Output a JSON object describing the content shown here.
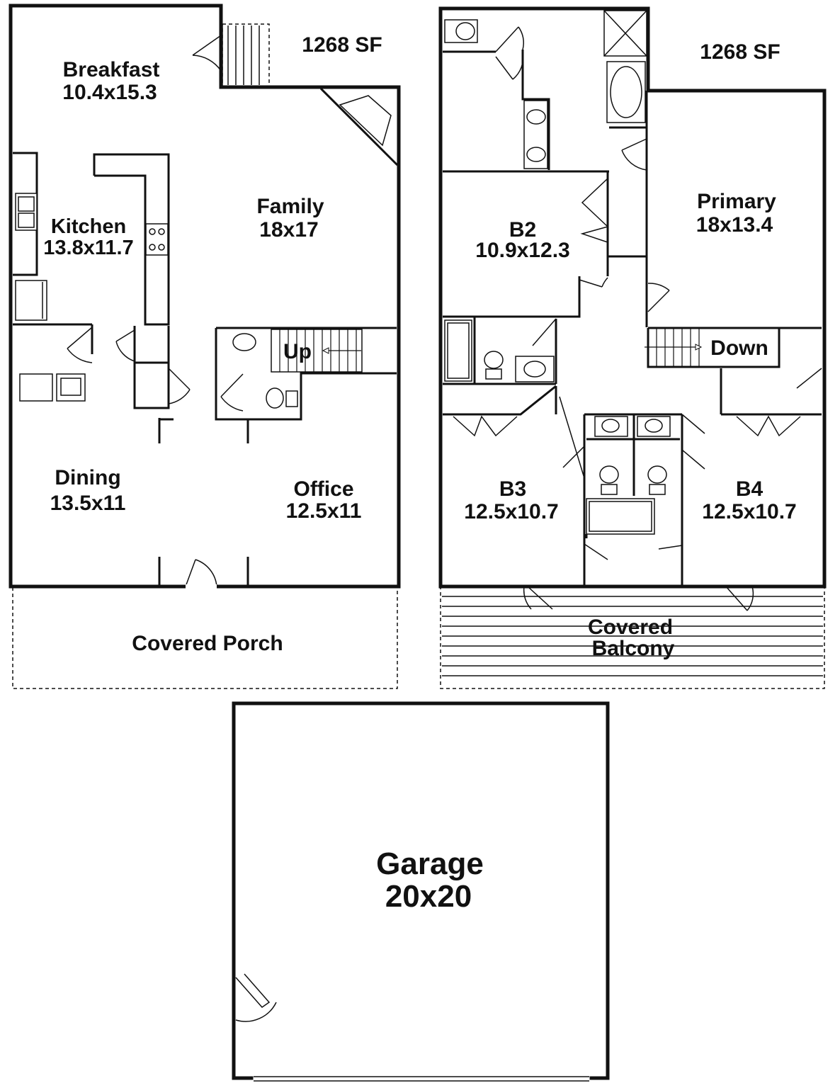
{
  "first_floor": {
    "area": "1268 SF",
    "rooms": {
      "breakfast": {
        "name": "Breakfast",
        "size": "10.4x15.3"
      },
      "kitchen": {
        "name": "Kitchen",
        "size": "13.8x11.7"
      },
      "family": {
        "name": "Family",
        "size": "18x17"
      },
      "dining": {
        "name": "Dining",
        "size": "13.5x11"
      },
      "office": {
        "name": "Office",
        "size": "12.5x11"
      },
      "porch": {
        "name": "Covered Porch"
      }
    },
    "stairs_label": "Up"
  },
  "second_floor": {
    "area": "1268 SF",
    "rooms": {
      "primary": {
        "name": "Primary",
        "size": "18x13.4"
      },
      "b2": {
        "name": "B2",
        "size": "10.9x12.3"
      },
      "b3": {
        "name": "B3",
        "size": "12.5x10.7"
      },
      "b4": {
        "name": "B4",
        "size": "12.5x10.7"
      },
      "balcony": {
        "line1": "Covered",
        "line2": "Balcony"
      }
    },
    "stairs_label": "Down"
  },
  "garage": {
    "name": "Garage",
    "size": "20x20"
  },
  "colors": {
    "porch_fill": "#a3a3a3",
    "wall": "#111111",
    "background": "#ffffff"
  }
}
